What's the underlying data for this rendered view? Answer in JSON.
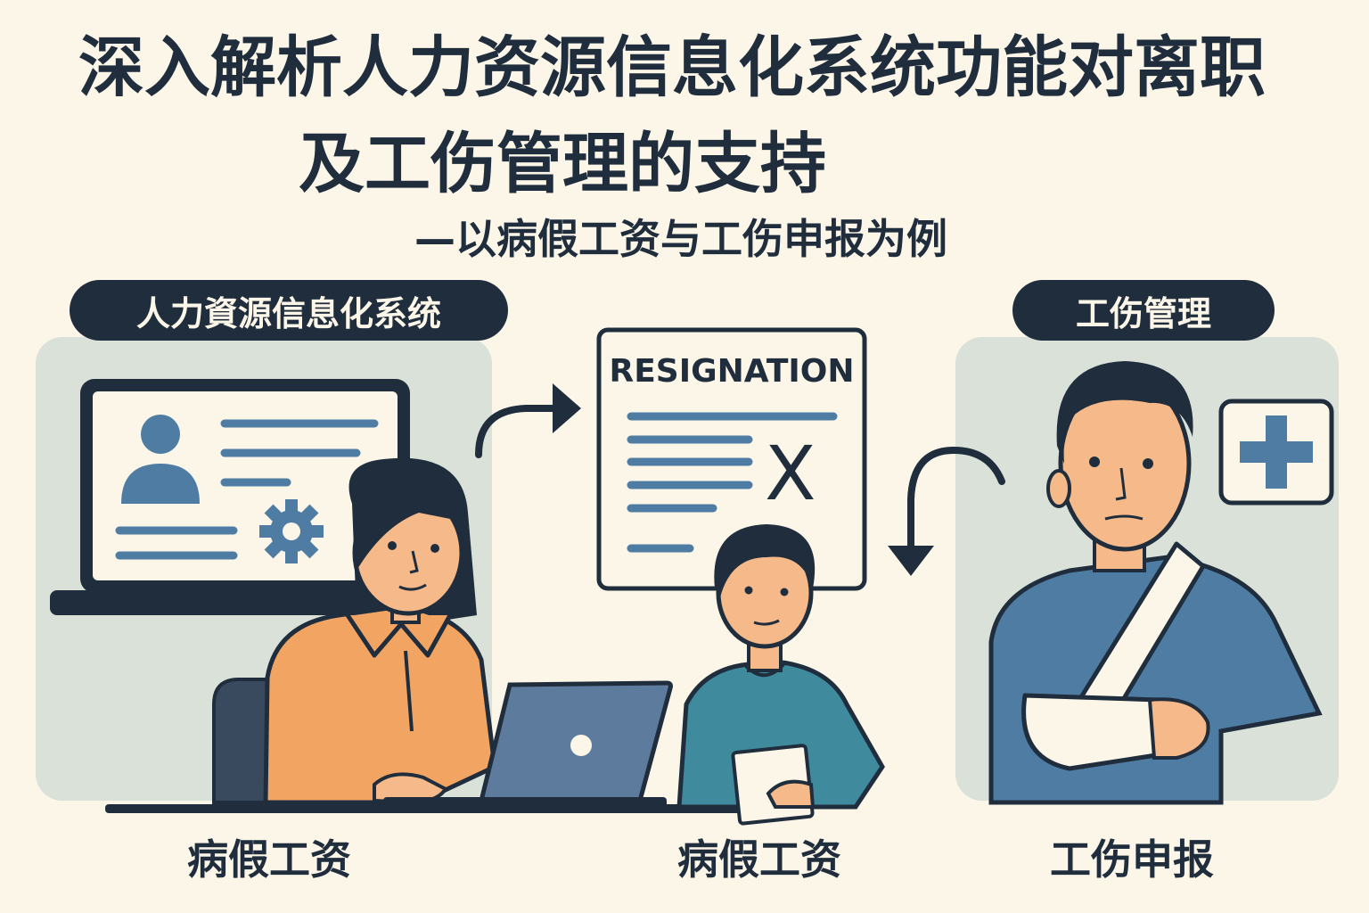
{
  "title": {
    "line1": "深入解析人力资源信息化系统功能对离职",
    "line2": "及工伤管理的支持"
  },
  "subtitle": "—以病假工资与工伤申报为例",
  "labels": {
    "hr_system": "人力資源信息化系统",
    "injury_management": "工伤管理"
  },
  "document": {
    "heading": "RESIGNATION",
    "mark": "X"
  },
  "captions": {
    "left": "病假工资",
    "middle": "病假工资",
    "right": "工伤申报"
  },
  "colors": {
    "background": "#fbf6e8",
    "navy": "#1f2d3d",
    "panel": "#d9e1d8",
    "steel_blue": "#4f7ca3",
    "orange": "#f2a463",
    "teal": "#3f8a9c",
    "skin": "#f5b98a"
  },
  "icons": [
    "user-profile-icon",
    "gear-icon",
    "plus-icon",
    "arrow-right-icon",
    "arrow-down-icon",
    "laptop-icon"
  ]
}
